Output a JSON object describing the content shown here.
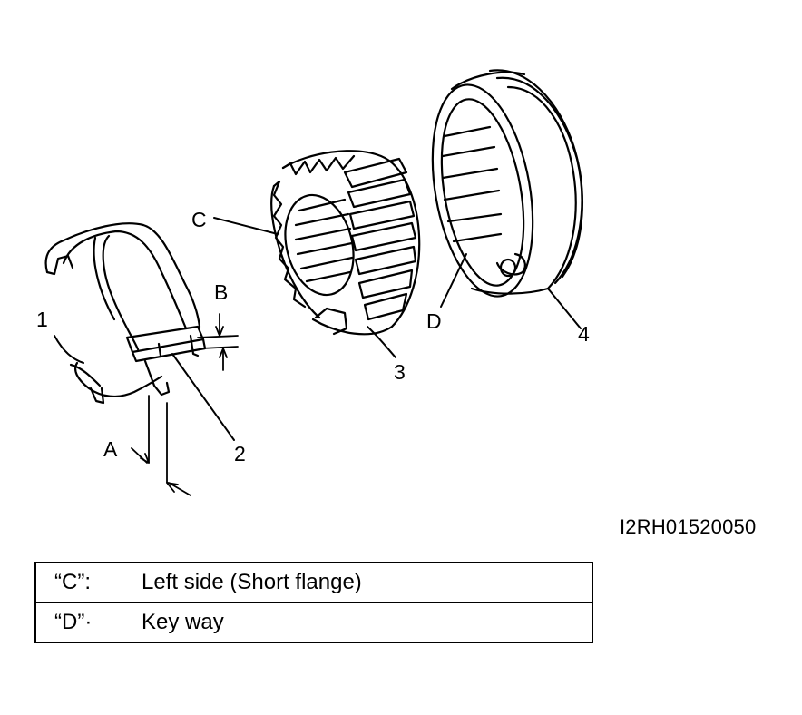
{
  "figure": {
    "part_labels": {
      "p1": "1",
      "p2": "2",
      "p3": "3",
      "p4": "4",
      "A": "A",
      "B": "B",
      "C": "C",
      "D": "D"
    },
    "code": "I2RH01520050"
  },
  "legend": {
    "rows": [
      {
        "key": "“C”:",
        "text": "Left side (Short flange)"
      },
      {
        "key": "“D”·",
        "text": "Key way"
      }
    ]
  }
}
